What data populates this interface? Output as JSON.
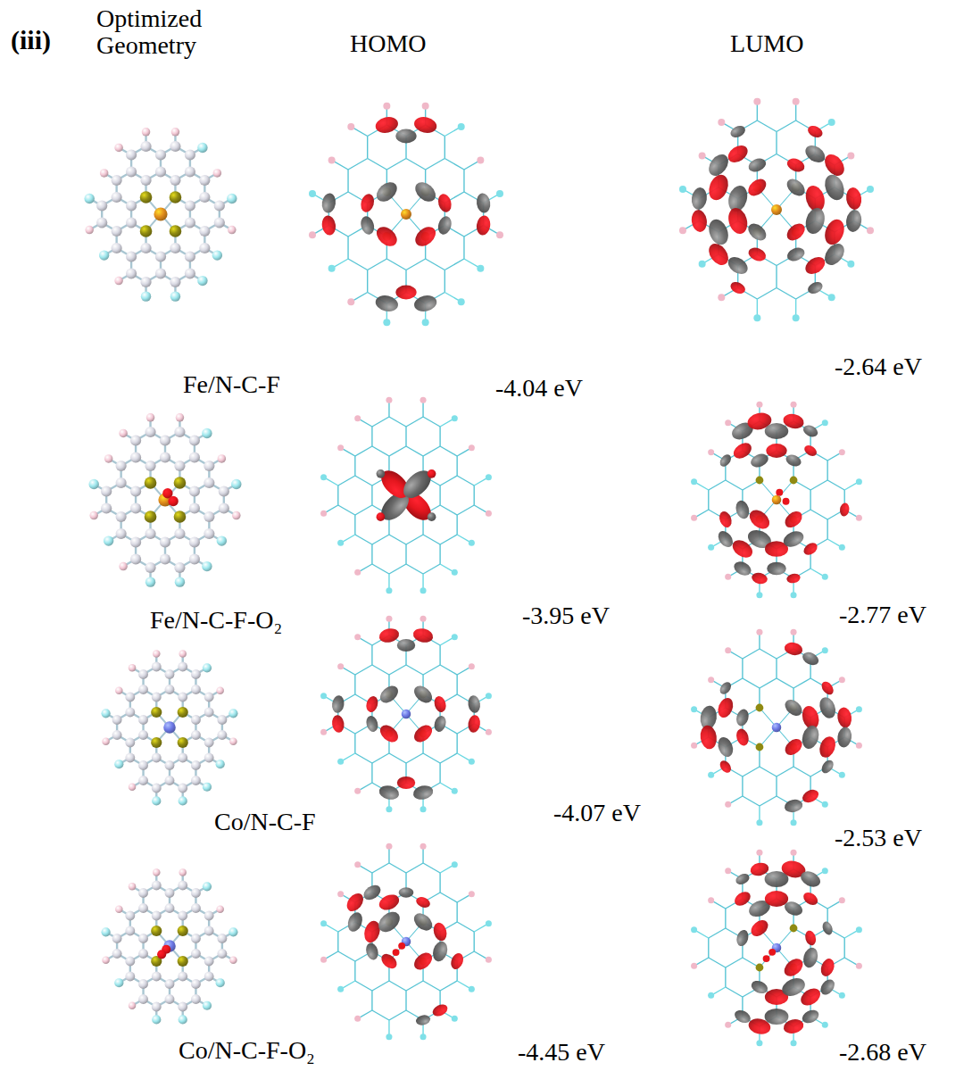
{
  "diagram": {
    "labels": [
      "(iii)",
      "Optimized Geometry",
      "HOMO",
      "LUMO",
      "Fe/N-C-F",
      "-4.04 eV",
      "-2.64 eV",
      "Fe/N-C-F-O₂",
      "-3.95 eV",
      "-2.77 eV",
      "Co/N-C-F",
      "-4.07 eV",
      "-2.53 eV",
      "Co/N-C-F-O₂",
      "-4.45 eV",
      "-2.68 eV"
    ]
  }
}
